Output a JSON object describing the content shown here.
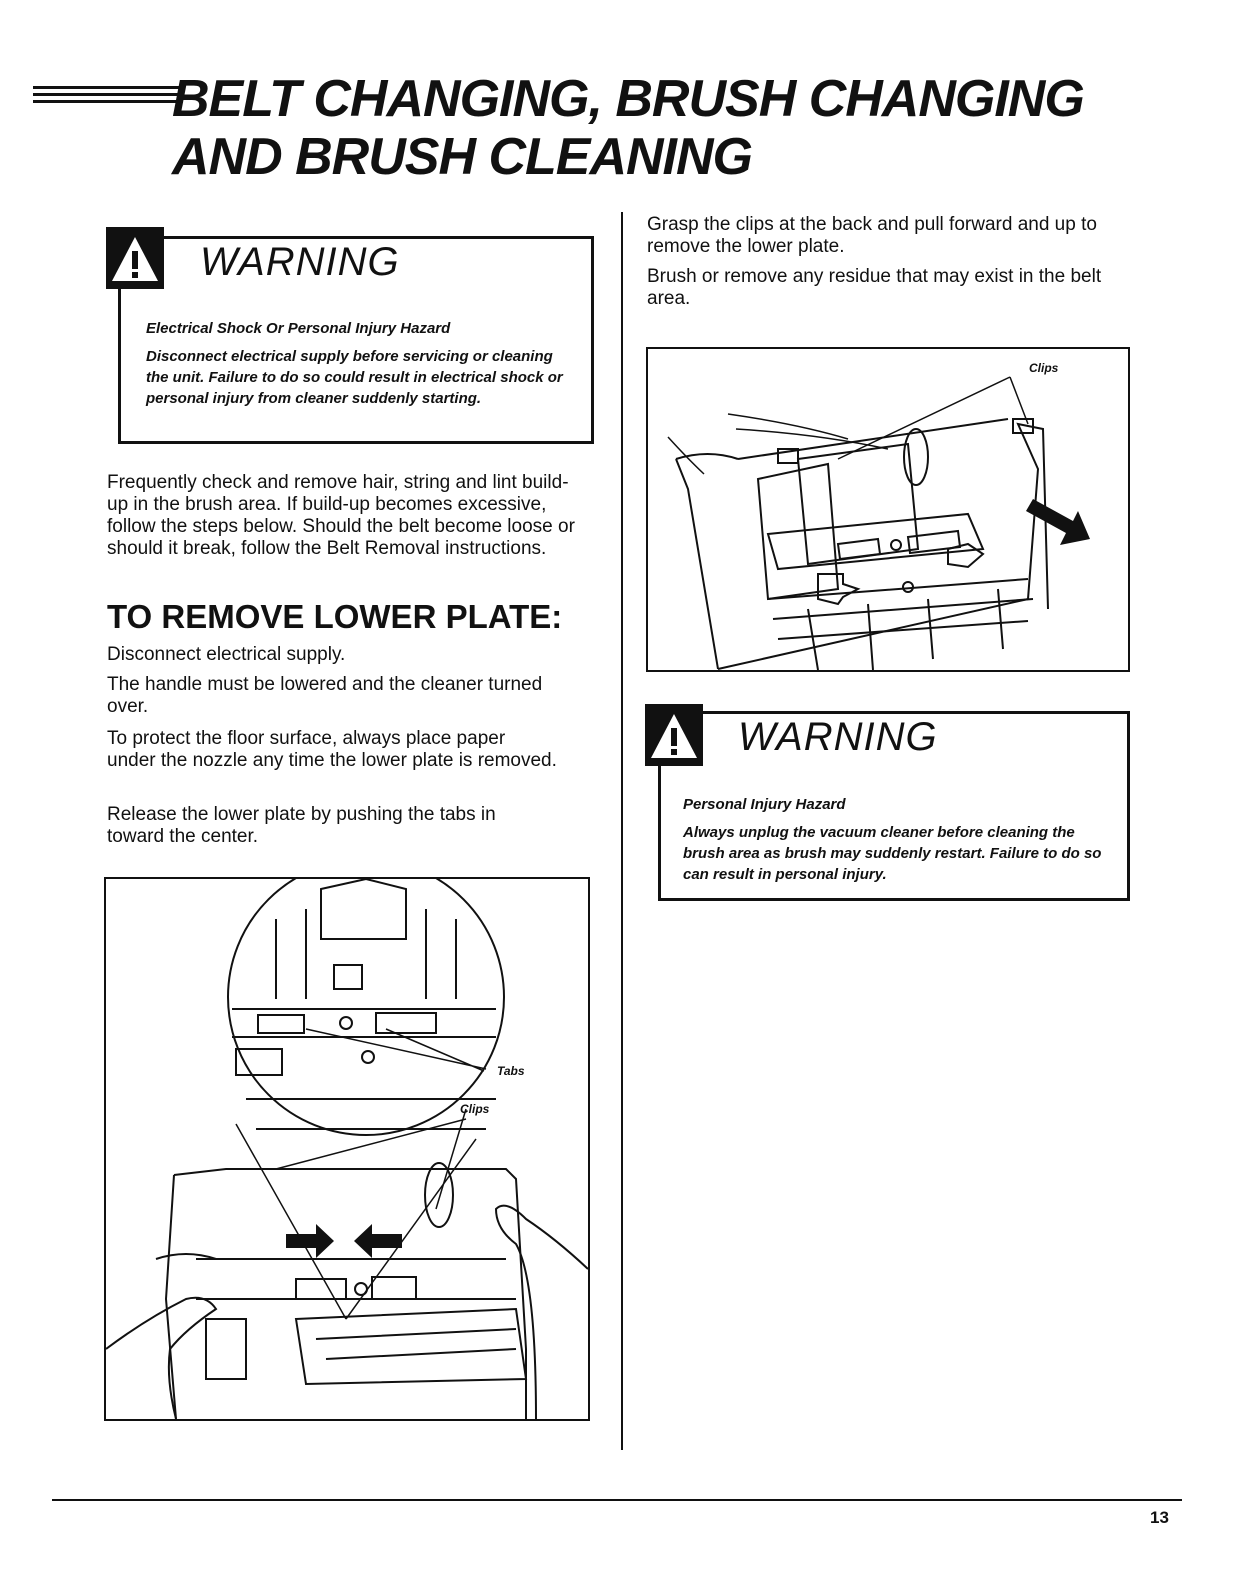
{
  "title": {
    "line1": "BELT CHANGING, BRUSH CHANGING",
    "line2": "AND BRUSH CLEANING"
  },
  "warning_top": {
    "title": "WARNING",
    "hazard": "Electrical Shock Or Personal Injury Hazard",
    "body": "Disconnect electrical supply before servicing or cleaning the unit. Failure to do so could result in electrical shock or personal injury from cleaner suddenly starting."
  },
  "intro_paragraph": "Frequently check and remove hair, string and lint build-up in the brush area. If build-up becomes excessive, follow the steps below. Should the belt become loose or should it break, follow the Belt Removal instructions.",
  "section": {
    "heading": "TO REMOVE LOWER PLATE:",
    "steps": [
      "Disconnect electrical supply.",
      "The handle must be lowered and the cleaner turned over.",
      "To protect the floor surface, always place paper under the nozzle any time the lower plate is removed.",
      "Release the lower plate by pushing the tabs in toward the center."
    ]
  },
  "figure_left": {
    "label_tabs": "Tabs",
    "label_clips": "Clips"
  },
  "right_column": {
    "para1": "Grasp the clips at the back and pull forward and up to remove the lower plate.",
    "para2": "Brush or remove any residue that may exist in the belt area."
  },
  "figure_right": {
    "label_clips": "Clips"
  },
  "warning_bottom": {
    "title": "WARNING",
    "hazard": "Personal Injury Hazard",
    "body": "Always unplug the vacuum cleaner before cleaning the brush area as brush may suddenly restart. Failure to do so can result in personal injury."
  },
  "page_number": "13"
}
